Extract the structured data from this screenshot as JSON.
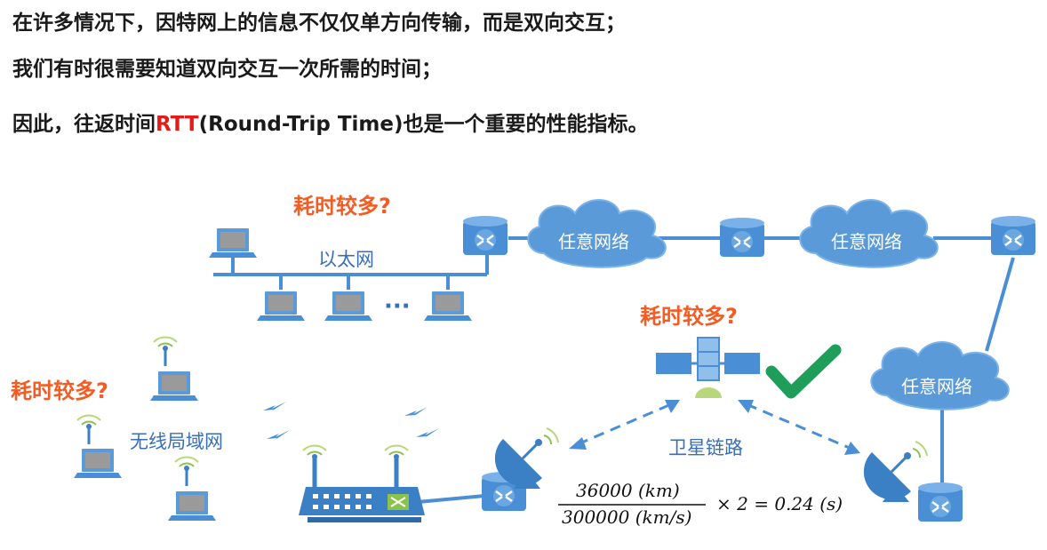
{
  "text_lines": {
    "line1": "在许多情况下，因特网上的信息不仅仅单方向传输，而是双向交互；",
    "line2": "我们有时很需要知道双向交互一次所需的时间；",
    "line3_prefix": "因此，往返时间",
    "line3_rtt": "RTT",
    "line3_suffix": "(Round-Trip Time)也是一个重要的性能指标。"
  },
  "annotations": {
    "ethernet_question": "耗时较多?",
    "satellite_question": "耗时较多?",
    "wlan_question": "耗时较多?"
  },
  "labels": {
    "ethernet": "以太网",
    "wlan": "无线局域网",
    "satellite_link": "卫星链路",
    "cloud1": "任意网络",
    "cloud2": "任意网络",
    "cloud3": "任意网络",
    "ellipsis": "···"
  },
  "formula": {
    "numerator": "36000  (km)",
    "denominator": "300000  (km/s)",
    "rest": "×  2  =  0.24  (s)"
  },
  "colors": {
    "device_blue": "#4a8fd6",
    "cloud_blue": "#5a9ad8",
    "link_blue": "#4a8fd6",
    "annotation_orange": "#f25c25",
    "check_green": "#1f9e5a",
    "rtt_red": "#e31b1b"
  },
  "icons": [
    "laptop-icon",
    "router-icon",
    "cloud-icon",
    "satellite-icon",
    "satellite-dish-icon",
    "wireless-ap-icon",
    "check-icon",
    "lightning-icon"
  ]
}
